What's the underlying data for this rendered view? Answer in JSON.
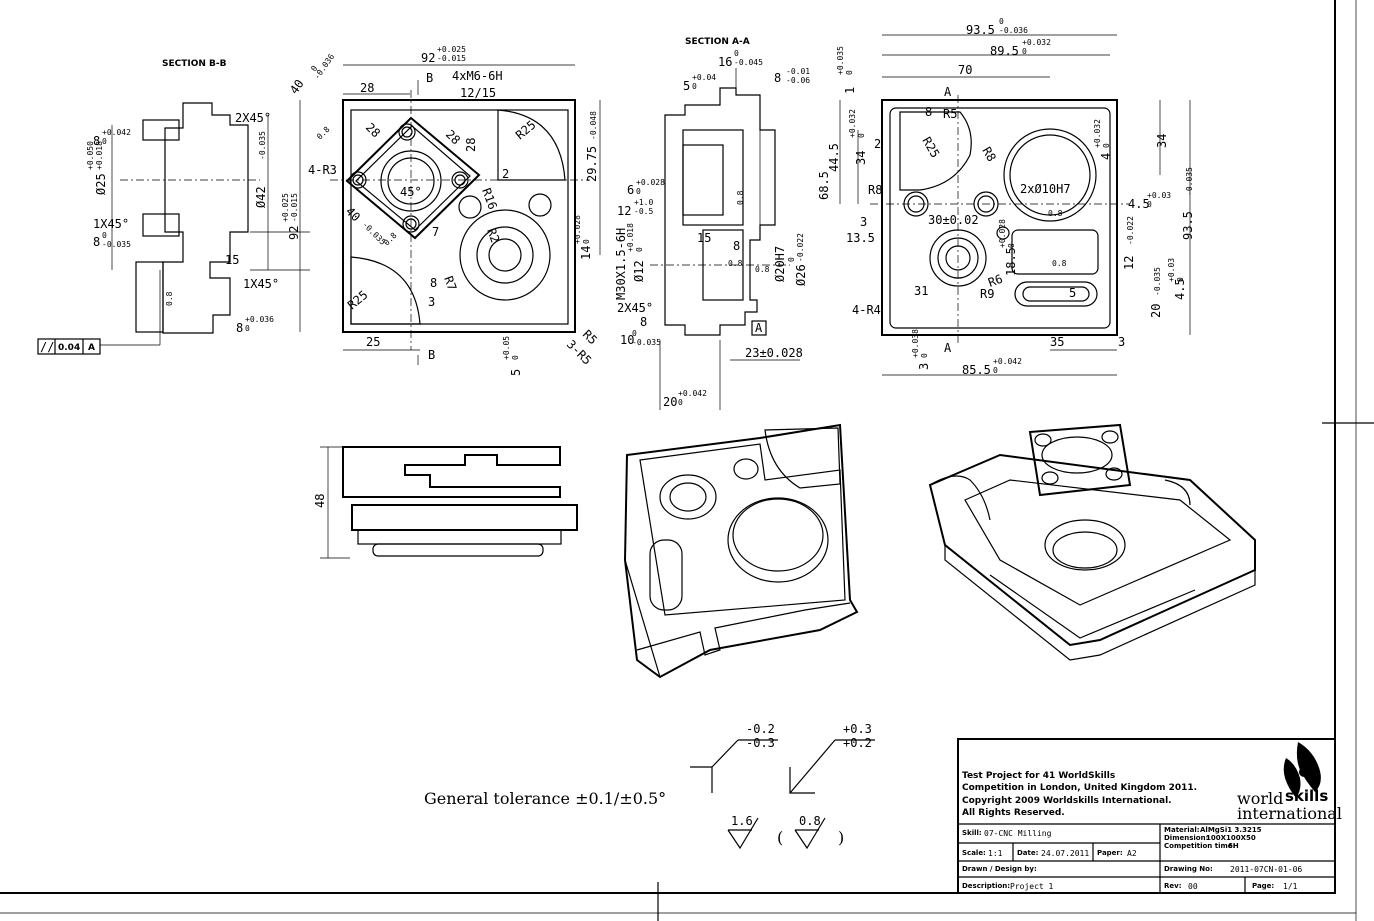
{
  "views": {
    "section_bb": {
      "title": "SECTION B-B",
      "chamfer_top": "2X45°",
      "dim_8a": "8",
      "dim_8a_tol": "+0.042",
      "dim_8a_tol2": "0",
      "dia25": "Ø25",
      "dia25_tol": "+0.050",
      "dia25_tol2": "+0.018",
      "dia42": "Ø42",
      "dia42_tol": "-0.035",
      "chamfer_1": "1X45°",
      "dim_8b": "8",
      "dim_8b_tol": "0",
      "dim_8b_tol2": "-0.035",
      "dim_15": "15",
      "chamfer_2": "1X45°",
      "dim_8c": "8",
      "dim_8c_tol": "+0.036",
      "dim_8c_tol2": "0",
      "roughness": "0.8",
      "parallelism_value": "0.04",
      "parallelism_datum": "A"
    },
    "top_view": {
      "dim_92": "92",
      "dim_92_tol": "+0.025",
      "dim_92_tol2": "-0.015",
      "dim_40": "40",
      "dim_40_tol": "0",
      "dim_40_tol2": "-0.036",
      "dim_28a": "28",
      "label_b_top": "B",
      "thread": "4xM6-6H",
      "thread_depth": "12/15",
      "r25_top": "R25",
      "dim_28b": "28",
      "dim_28c": "28",
      "dim_28d": "28",
      "r3": "4-R3",
      "angle": "45°",
      "r16": "R16",
      "r2": "R2",
      "dim_2": "2",
      "dim_29": "29.75",
      "dim_29_tol": "-0.048",
      "dim_14": "14",
      "dim_14_tol": "+0.028",
      "dim_14_tol2": "0",
      "dim_40b": "40",
      "dim_40b_tol": "-0.035",
      "dim_92b": "92",
      "dim_92b_tol": "+0.025",
      "dim_92b_tol2": "-0.015",
      "dim_7": "7",
      "dim_8": "8",
      "r7": "R7",
      "r25_bottom": "R25",
      "dim_3": "3",
      "dim_25": "25",
      "label_b_bottom": "B",
      "dim_5": "5",
      "dim_5_tol": "+0.05",
      "dim_5_tol2": "0",
      "r5": "R5",
      "r5b": "3-R5",
      "rough_a": "0.8",
      "rough_b": "0.8"
    },
    "section_aa": {
      "title": "SECTION A-A",
      "dim_16": "16",
      "dim_16_tol": "0",
      "dim_16_tol2": "-0.045",
      "dim_5": "5",
      "dim_5_tol": "+0.04",
      "dim_5_tol2": "0",
      "dim_8": "8",
      "dim_8_tol": "-0.01",
      "dim_8_tol2": "-0.06",
      "dim_6": "6",
      "dim_6_tol": "+0.028",
      "dim_6_tol2": "0",
      "dim_12": "12",
      "dim_12_tol": "+1.0",
      "dim_12_tol2": "-0.5",
      "thread": "M30X1.5-6H",
      "dia12": "Ø12",
      "dia12_tol": "+0.018",
      "dia12_tol2": "0",
      "dim_15": "15",
      "dim_8b": "8",
      "dia20": "Ø20H7",
      "dia26": "Ø26",
      "dia26_tol": "0",
      "dia26_tol2": "-0.022",
      "chamfer": "2X45°",
      "dim_8c": "8",
      "dim_10": "10",
      "dim_10_tol": "0",
      "dim_10_tol2": "-0.035",
      "datum": "A",
      "dim_23": "23±0.028",
      "dim_20": "20",
      "dim_20_tol": "+0.042",
      "dim_20_tol2": "0",
      "rough_a": "0.8",
      "rough_b": "0.8",
      "rough_c": "0.8"
    },
    "bottom_view": {
      "dim_93": "93.5",
      "dim_93_tol": "0",
      "dim_93_tol2": "-0.036",
      "dim_89": "89.5",
      "dim_89_tol": "+0.032",
      "dim_89_tol2": "0",
      "dim_70": "70",
      "dim_1": "1",
      "dim_1_tol": "+0.035",
      "dim_1_tol2": "0",
      "label_a_top": "A",
      "dim_8": "8",
      "r5": "R5",
      "dim_44": "44.5",
      "dim_34a": "34",
      "dim_34a_tol": "+0.032",
      "dim_34a_tol2": "0",
      "dim_2": "2",
      "r25": "R25",
      "r8a": "R8",
      "dim_68": "68.5",
      "r8b": "R8",
      "holes": "2xØ10H7",
      "dim_30": "30±0.02",
      "dim_4": "4",
      "dim_4_tol": "+0.032",
      "dim_4_tol2": "0",
      "dim_34b": "34",
      "dim_45a": "4.5",
      "dim_45a_tol": "+0.03",
      "dim_45a_tol2": "0",
      "dim_93b": "93.5",
      "dim_93b_tol": "-0.035",
      "dim_3": "3",
      "dim_13": "13.5",
      "dim_18": "18.5",
      "dim_18_tol": "+0.028",
      "dim_18_tol2": "0",
      "dim_12": "12",
      "dim_12_tol": "-0.022",
      "r6": "R6",
      "r9": "R9",
      "dim_31": "31",
      "dim_5": "5",
      "dim_20": "20",
      "dim_20_tol": "-0.035",
      "dim_45b": "4.5",
      "dim_45b_tol": "+0.03",
      "dim_45b_tol2": "0",
      "r4": "4-R4",
      "label_a_bottom": "A",
      "dim_35": "35",
      "dim_3b": "3",
      "dim_3c": "3",
      "dim_3c_tol": "+0.038",
      "dim_3c_tol2": "0",
      "dim_85": "85.5",
      "dim_85_tol": "+0.042",
      "dim_85_tol2": "0",
      "rough_a": "0.8",
      "rough_b": "0.8"
    },
    "side_view": {
      "dim_48": "48"
    }
  },
  "tolerance": {
    "general": "General tolerance ±0.1/±0.5°",
    "minus_a": "-0.2",
    "minus_b": "-0.3",
    "plus_a": "+0.3",
    "plus_b": "+0.2",
    "rough_main": "1.6",
    "rough_paren": "0.8",
    "paren_open": "(",
    "paren_close": ")"
  },
  "title_block": {
    "info_1": "Test Project for 41   WorldSkills",
    "info_2": "Competition in London, United Kingdom 2011.",
    "info_3": "Copyright     2009 Worldskills International.",
    "info_4": "All Rights Reserved.",
    "skill_label": "Skill:",
    "skill_value": "07-CNC Milling",
    "material_label": "Material:",
    "material_value": "AlMgSi1 3.3215",
    "dimension_label": "Dimension:",
    "dimension_value": "100X100X50",
    "competition_label": "Competition time:",
    "competition_value": "6H",
    "scale_label": "Scale:",
    "scale_value": "1:1",
    "date_label": "Date:",
    "date_value": "24.07.2011",
    "paper_label": "Paper:",
    "paper_value": "A2",
    "drawn_label": "Drawn / Design by:",
    "drawing_label": "Drawing No:",
    "drawing_value": "2011-07CN-01-06",
    "description_label": "Description:",
    "description_value": "Project 1",
    "rev_label": "Rev:",
    "rev_value": "00",
    "page_label": "Page:",
    "page_value": "1/1",
    "logo_world": "world",
    "logo_skills": "skills",
    "logo_international": "international"
  }
}
